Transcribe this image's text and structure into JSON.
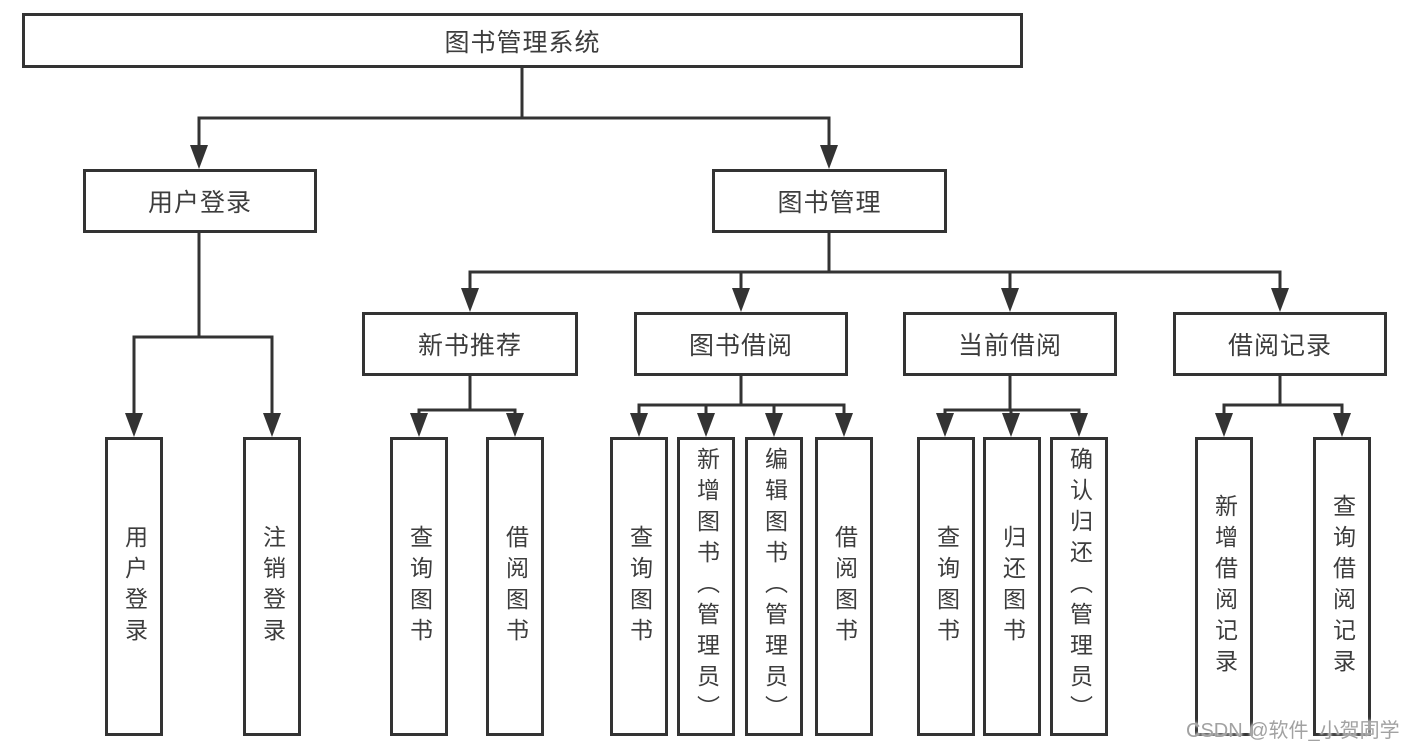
{
  "tree": {
    "root": {
      "label": "图书管理系统"
    },
    "branches": [
      {
        "label": "用户登录",
        "children": [
          {
            "label": "用户登录"
          },
          {
            "label": "注销登录"
          }
        ]
      },
      {
        "label": "图书管理",
        "children": [
          {
            "label": "新书推荐",
            "children": [
              {
                "label": "查询图书"
              },
              {
                "label": "借阅图书"
              }
            ]
          },
          {
            "label": "图书借阅",
            "children": [
              {
                "label": "查询图书"
              },
              {
                "label": "新增图书（管理员）"
              },
              {
                "label": "编辑图书（管理员）"
              },
              {
                "label": "借阅图书"
              }
            ]
          },
          {
            "label": "当前借阅",
            "children": [
              {
                "label": "查询图书"
              },
              {
                "label": "归还图书"
              },
              {
                "label": "确认归还（管理员）"
              }
            ]
          },
          {
            "label": "借阅记录",
            "children": [
              {
                "label": "新增借阅记录"
              },
              {
                "label": "查询借阅记录"
              }
            ]
          }
        ]
      }
    ]
  },
  "watermark": "CSDN @软件_小贺同学",
  "colors": {
    "line": "#333333",
    "box_border": "#333333",
    "text": "#3d3d3d",
    "watermark": "#a2a2a2",
    "background": "#ffffff"
  }
}
